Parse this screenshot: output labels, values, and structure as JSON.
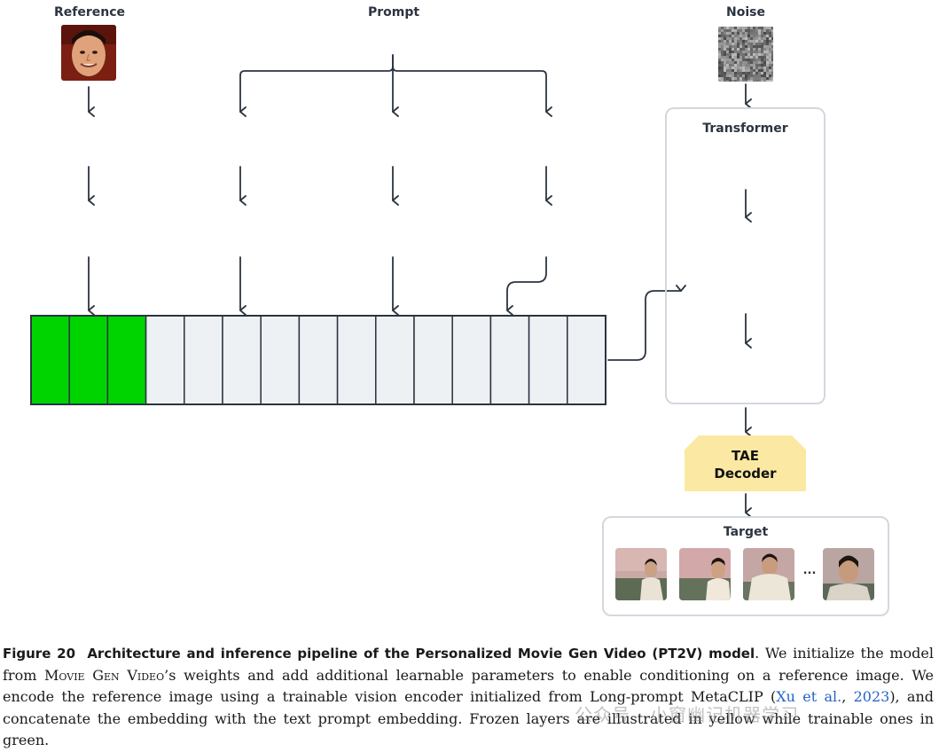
{
  "labels": {
    "reference": "Reference",
    "prompt": "Prompt",
    "noise": "Noise",
    "transformer": "Transformer",
    "tae_line1": "TAE",
    "tae_line2": "Decoder",
    "target": "Target",
    "ellipsis": "..."
  },
  "colors": {
    "trainable": "#00d400",
    "frozen": "#fbe9a3",
    "embedding_cell": "#eef1f4",
    "arrow": "#2b3440"
  },
  "embedding": {
    "trainable_cells": 3,
    "frozen_cells": 12
  },
  "caption": {
    "figure_label": "Figure 20",
    "figure_title": "Architecture and inference pipeline of the Personalized Movie Gen Video (PT2V) model",
    "text_1": ". We initialize the model from ",
    "model_name": "Movie Gen Video",
    "text_2": "’s weights and add additional learnable parameters to enable conditioning on a reference image. We encode the reference image using a trainable vision encoder initialized from Long-prompt MetaCLIP (",
    "cite_author": "Xu et al.",
    "text_3": ", ",
    "cite_year": "2023",
    "text_4": "), and concatenate the embedding with the text prompt embedding. Frozen layers are illustrated in yellow while trainable ones in green."
  },
  "watermark": "公众号 · 小窗幽记机器学习"
}
